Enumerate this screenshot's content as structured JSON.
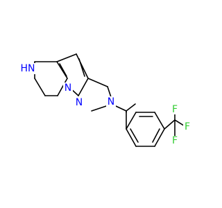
{
  "molecule": {
    "atoms": {
      "nh": {
        "text": "HN",
        "color": "#0000ff"
      },
      "n_pyrazole": {
        "text": "N",
        "color": "#0000ff"
      },
      "n_bridge": {
        "text": "N",
        "color": "#0000ff"
      },
      "n_amine": {
        "text": "N",
        "color": "#0000ff"
      },
      "f_top": {
        "text": "F",
        "color": "#33cc33"
      },
      "f_right": {
        "text": "F",
        "color": "#33cc33"
      },
      "f_bottom": {
        "text": "F",
        "color": "#33cc33"
      }
    }
  }
}
